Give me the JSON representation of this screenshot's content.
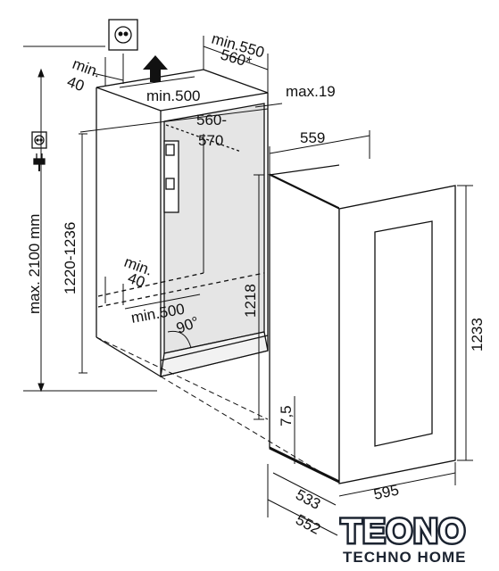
{
  "dimensions": {
    "niche_depth_min": "min.550",
    "niche_depth_alt": "560*",
    "top_gap_min": "min.",
    "top_gap_value": "40",
    "top_opening_min": "min.500",
    "front_offset_max": "max.19",
    "niche_width_top": "560-",
    "niche_width_bottom": "570",
    "niche_height_max": "max. 2100 mm",
    "niche_height_range": "1220-1236",
    "bottom_gap_min": "min.",
    "bottom_gap_value": "40",
    "bottom_opening_min": "min.500",
    "door_angle": "90°",
    "door_height": "1218",
    "appliance_width": "559",
    "appliance_height": "1233",
    "base_offset": "7,5",
    "appliance_depth": "533",
    "door_width": "595",
    "total_depth": "552"
  },
  "logo": {
    "brand": "TEONO",
    "tagline": "TECHNO HOME"
  },
  "icons": {
    "socket": "socket-icon",
    "plug": "plug-icon",
    "airflow": "airflow-arrow-icon",
    "vent": "vent-icon"
  }
}
